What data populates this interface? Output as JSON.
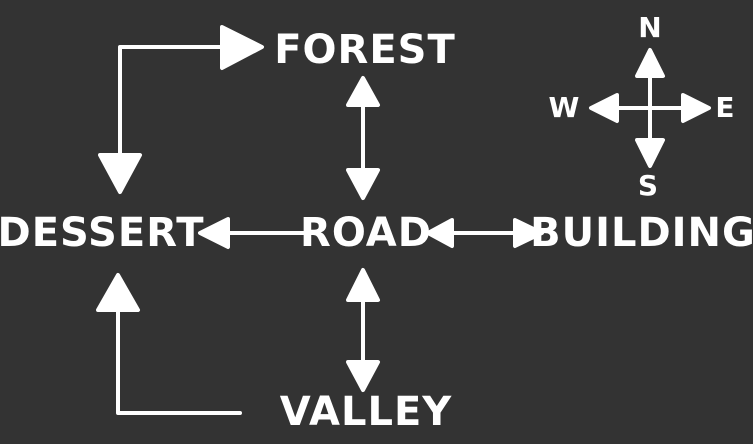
{
  "colors": {
    "background": "#333333",
    "foreground": "#ffffff"
  },
  "locations": {
    "forest": "FOREST",
    "dessert": "DESSERT",
    "road": "ROAD",
    "building": "BUILDING",
    "valley": "VALLEY"
  },
  "compass": {
    "north": "N",
    "south": "S",
    "east": "E",
    "west": "W"
  },
  "connections": [
    {
      "from": "DESSERT",
      "to": "FOREST",
      "direction": "both"
    },
    {
      "from": "FOREST",
      "to": "ROAD",
      "direction": "both"
    },
    {
      "from": "ROAD",
      "to": "DESSERT",
      "direction": "one-way"
    },
    {
      "from": "ROAD",
      "to": "BUILDING",
      "direction": "both"
    },
    {
      "from": "ROAD",
      "to": "VALLEY",
      "direction": "both"
    },
    {
      "from": "VALLEY",
      "to": "DESSERT",
      "direction": "one-way"
    }
  ]
}
